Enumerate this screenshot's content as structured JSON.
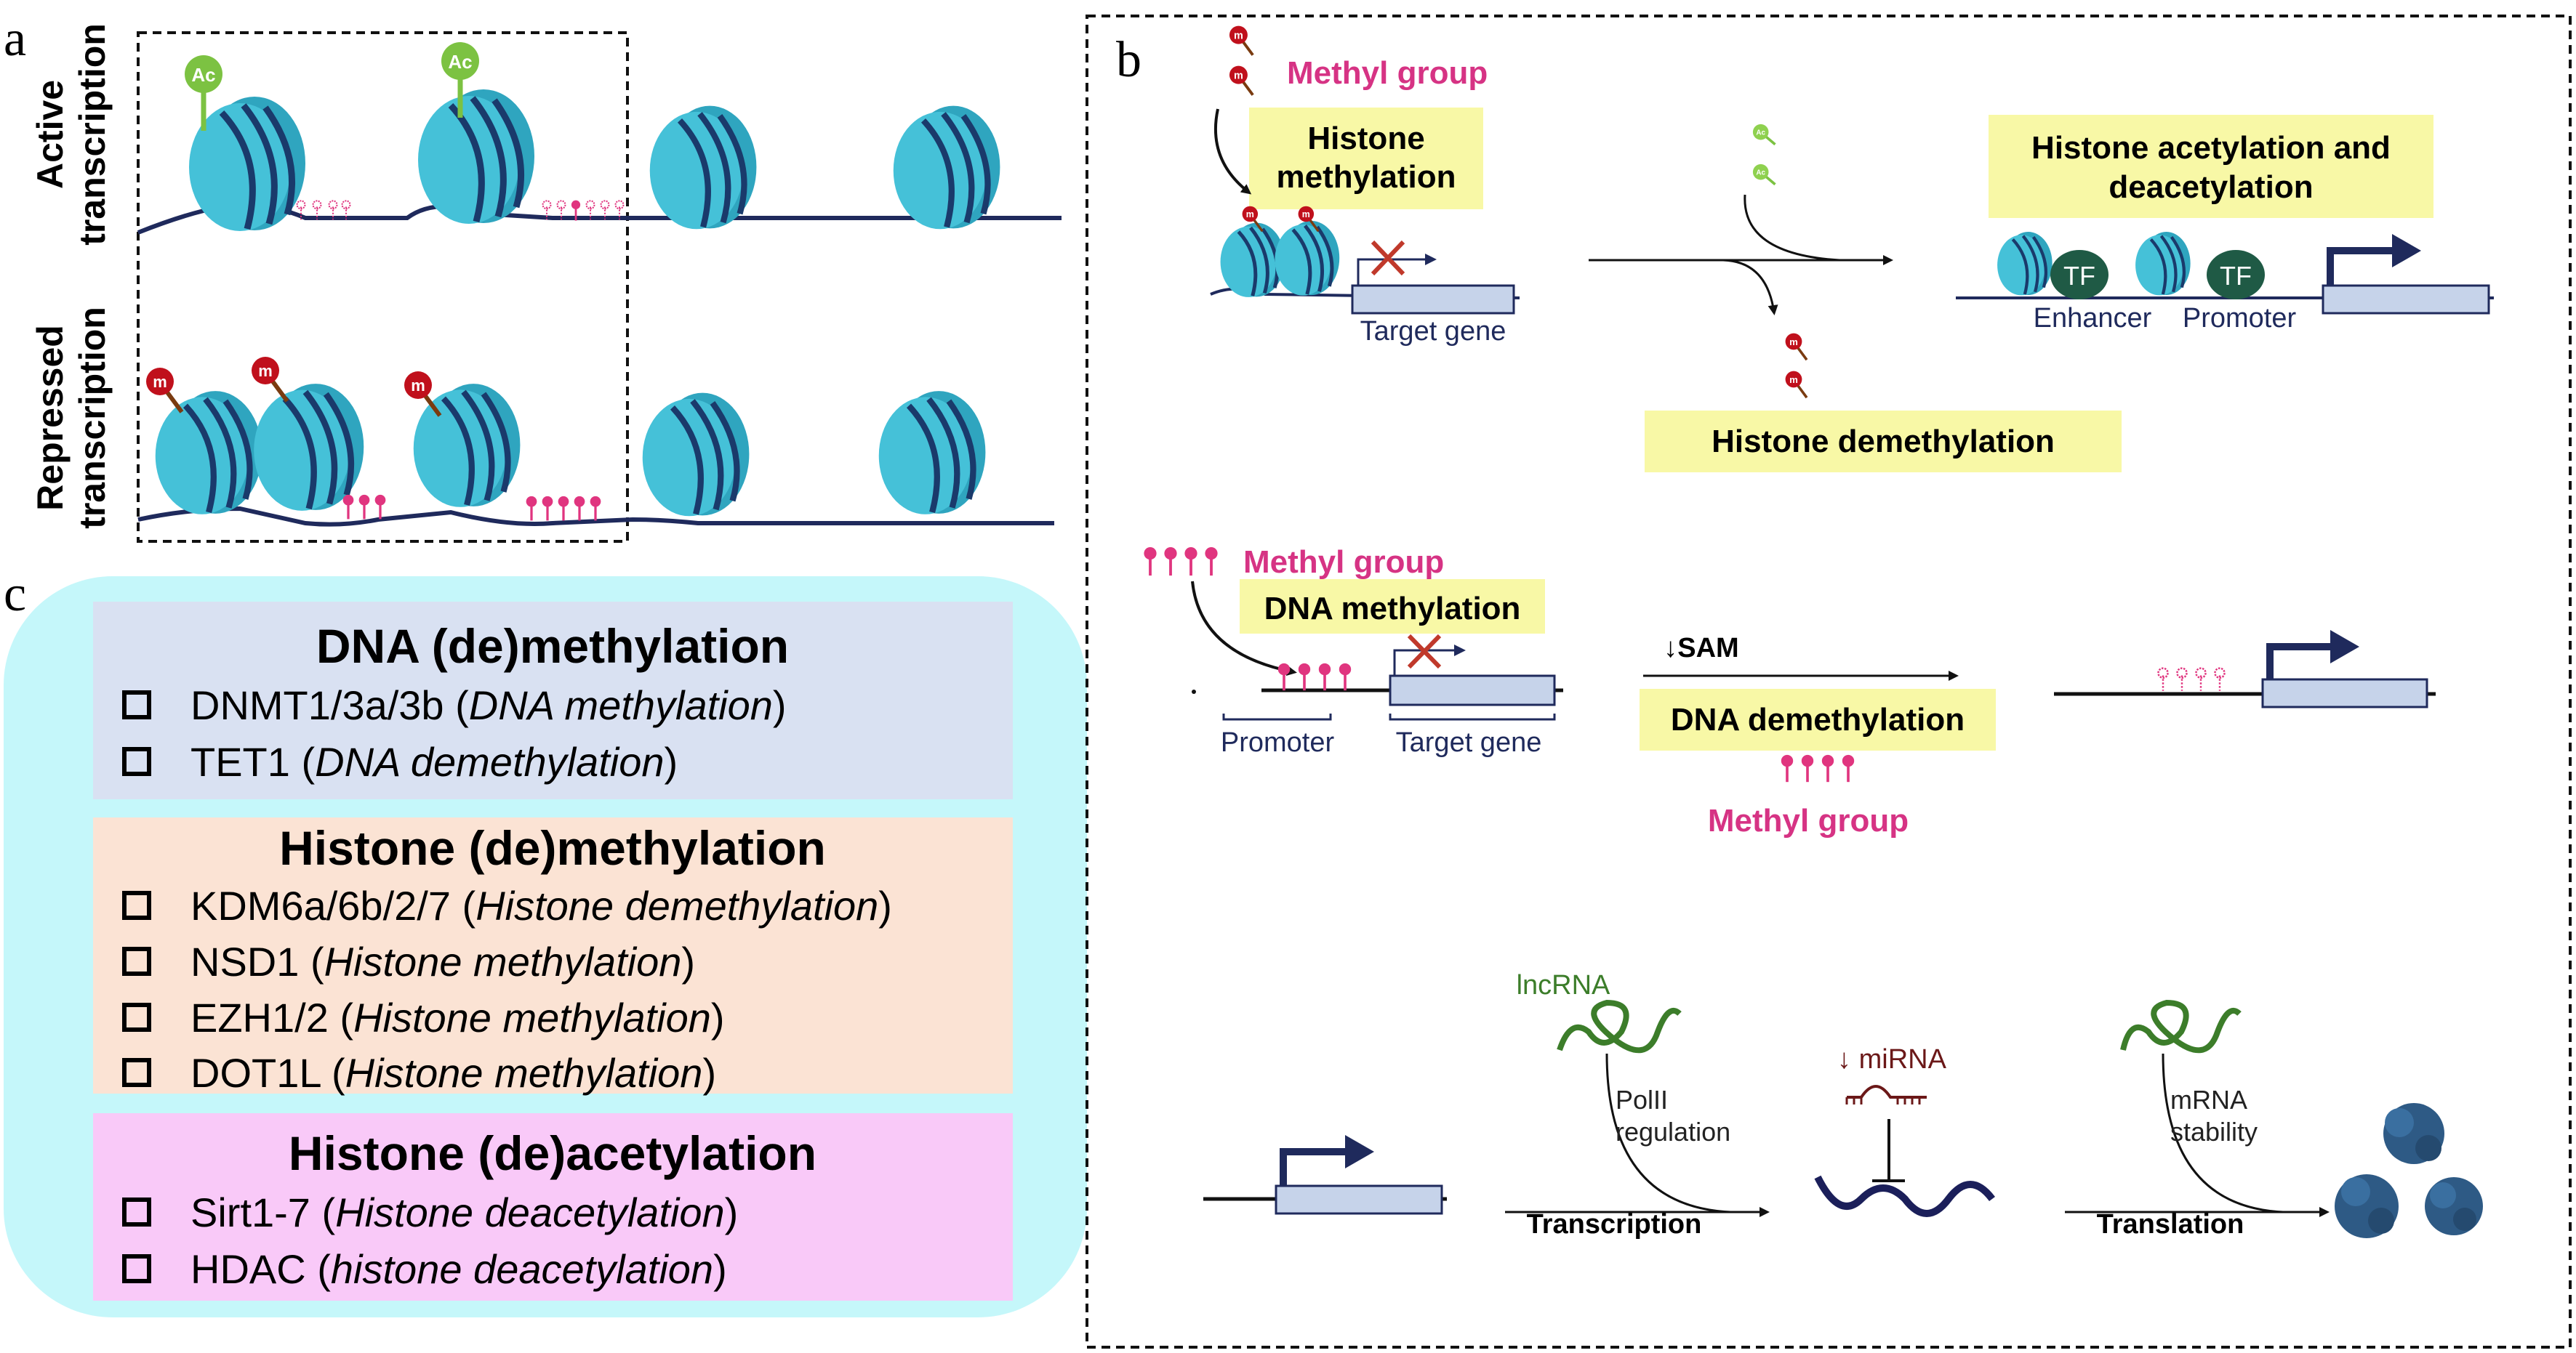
{
  "panel_a": {
    "letter": "a",
    "row_active": [
      "Active",
      "transcription"
    ],
    "row_repressed": [
      "Repressed",
      "transcription"
    ],
    "acetyl_tag": "Ac",
    "methyl_tag": "m"
  },
  "panel_b": {
    "letter": "b",
    "histone": {
      "methyl_label": "Methyl group",
      "methylation_box": [
        "Histone",
        "methylation"
      ],
      "target_gene": "Target gene",
      "acetylation_box": [
        "Histone acetylation and",
        "deacetylation"
      ],
      "enhancer": "Enhancer",
      "promoter": "Promoter",
      "tf": "TF",
      "demethylation_box": "Histone demethylation",
      "acetyl_tag": "Ac",
      "methyl_tag": "m"
    },
    "dna": {
      "methyl_label_top": "Methyl group",
      "methylation_box": "DNA methylation",
      "promoter": "Promoter",
      "target_gene": "Target gene",
      "sam": "↓SAM",
      "demethylation_box": "DNA demethylation",
      "methyl_label_bottom": "Methyl group"
    },
    "rna": {
      "lncrna": "lncRNA",
      "polii": [
        "PolII",
        "regulation"
      ],
      "mirna": "↓ miRNA",
      "mrna_stability": [
        "mRNA",
        "stability"
      ],
      "transcription": "Transcription",
      "translation": "Translation"
    }
  },
  "panel_c": {
    "letter": "c",
    "groups": [
      {
        "title": "DNA (de)methylation",
        "color": "#d9e1f2",
        "items": [
          {
            "gene": "DNMT1/3a/3b",
            "open": " (",
            "function": "DNA methylation",
            "close": ")"
          },
          {
            "gene": "TET1",
            "open": " (",
            "function": "DNA demethylation",
            "close": ")"
          }
        ]
      },
      {
        "title": "Histone (de)methylation",
        "color": "#fbe3d4",
        "items": [
          {
            "gene": "KDM6a/6b/2/7",
            "open": " (",
            "function": "Histone demethylation",
            "close": ")"
          },
          {
            "gene": "NSD1",
            "open": " (",
            "function": "Histone methylation",
            "close": ")"
          },
          {
            "gene": "EZH1/2",
            "open": " (",
            "function": "Histone methylation",
            "close": ")"
          },
          {
            "gene": "DOT1L",
            "open": " (",
            "function": "Histone methylation",
            "close": ")"
          }
        ]
      },
      {
        "title": "Histone (de)acetylation",
        "color": "#f9c9f8",
        "items": [
          {
            "gene": "Sirt1-7",
            "open": " (",
            "function": "Histone deacetylation",
            "close": ")"
          },
          {
            "gene": "HDAC",
            "open": " (",
            "function": "histone deacetylation",
            "close": ")"
          }
        ]
      }
    ],
    "background_color": "#c5f7fa"
  },
  "colors": {
    "nucleosome": "#3bb8cf",
    "nucleosome_dark": "#1a3a6b",
    "methyl_red": "#c0101c",
    "methyl_pink": "#e0357f",
    "label_pink": "#d63384",
    "acetyl_green": "#7cc242",
    "highlight_yellow": "#f8f8a6",
    "gene_box": "#c6d3ea",
    "navy": "#1f2a5c",
    "tf_green": "#1f5a45",
    "lncrna_green": "#3c7d2a"
  }
}
